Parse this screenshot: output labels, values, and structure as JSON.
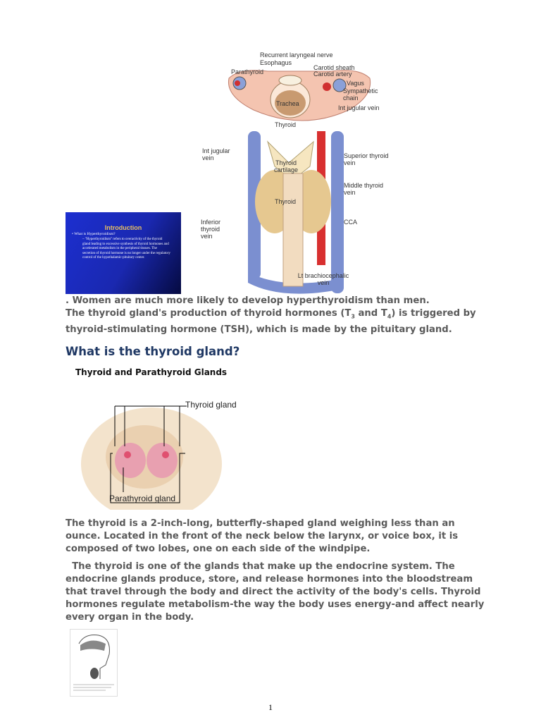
{
  "anatomy_figure": {
    "labels": {
      "recurrent_laryngeal_nerve": "Recurrent laryngeal nerve",
      "esophagus": "Esophagus",
      "parathyroid": "Parathyroid",
      "carotid_sheath": "Carotid sheath",
      "carotid_artery": "Carotid artery",
      "vagus": "Vagus",
      "sympathetic_chain": "Sympathetic chain",
      "trachea": "Trachea",
      "int_jugular_vein_top": "Int jugular vein",
      "thyroid_top": "Thyroid",
      "int_jugular_vein_left": "Int jugular vein",
      "thyroid_cartilage": "Thyroid cartilage",
      "superior_thyroid_vein": "Superior thyroid vein",
      "middle_thyroid_vein": "Middle thyroid vein",
      "thyroid_mid": "Thyroid",
      "inferior_thyroid_vein": "Inferior thyroid vein",
      "cca": "CCA",
      "lt_brachiocephalic_vein": "Lt brachiocephalic vein"
    }
  },
  "slide": {
    "title": "Introduction",
    "bullet": "What is Hyperthyroidism?",
    "sub": "– \"Hyperthyroidism\" refers to overactivity of the thyroid gland leading to excessive synthesis of thyroid hormones and accelerated metabolism in the peripheral tissues. The secretion of thyroid hormone is no longer under the regulatory control of the hypothalamic-pituitary center."
  },
  "text": {
    "p1": ". Women are much more likely to develop hyperthyroidism than men.",
    "p2a": "The thyroid gland's production of thyroid hormones (T",
    "p2_sub3": "3",
    "p2b": "  and T",
    "p2_sub4": "4",
    "p2c": ") is triggered by thyroid-stimulating hormone (TSH), which is made by the pituitary gland.",
    "heading": "What is the thyroid gland?",
    "p3": "The thyroid is a 2-inch-long, butterfly-shaped gland weighing less than an ounce. Located in the front of the neck below the larynx, or voice box, it is composed of two lobes, one on each side of the windpipe.",
    "p4": "  The thyroid is one of the glands that make up the endocrine system. The endocrine glands produce, store, and release hormones into the bloodstream that travel through the body and direct the activity of the body's cells. Thyroid hormones regulate metabolism-the way the body uses energy-and affect nearly every organ in the body."
  },
  "gland_figure": {
    "title": "Thyroid and Parathyroid Glands",
    "thyroid_label": "Thyroid gland",
    "parathyroid_label": "Parathyroid gland"
  },
  "page_number": "1"
}
